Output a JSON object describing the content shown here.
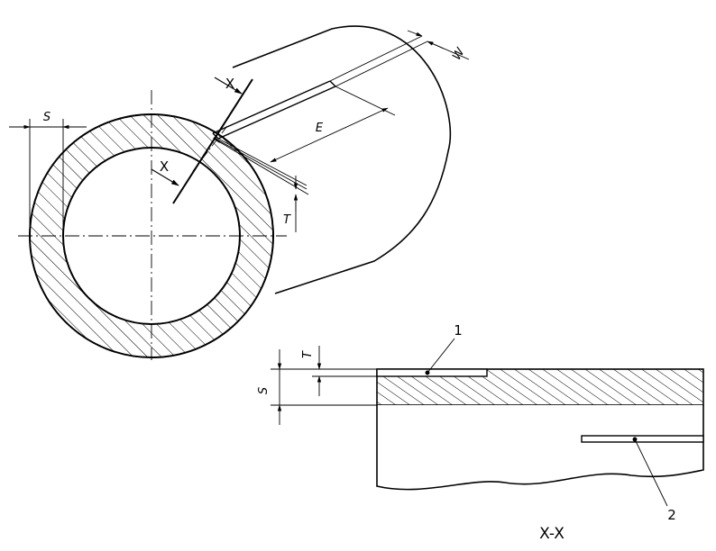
{
  "labels": {
    "wall_thickness": "S",
    "notch_depth": "T",
    "notch_width": "W",
    "notch_length": "E",
    "section_mark_1": "X",
    "section_mark_2": "X"
  },
  "section": {
    "title": "X-X",
    "label_s": "S",
    "label_t": "T",
    "callout_1": "1",
    "callout_2": "2"
  },
  "colors": {
    "stroke": "#000000",
    "background": "#ffffff"
  }
}
